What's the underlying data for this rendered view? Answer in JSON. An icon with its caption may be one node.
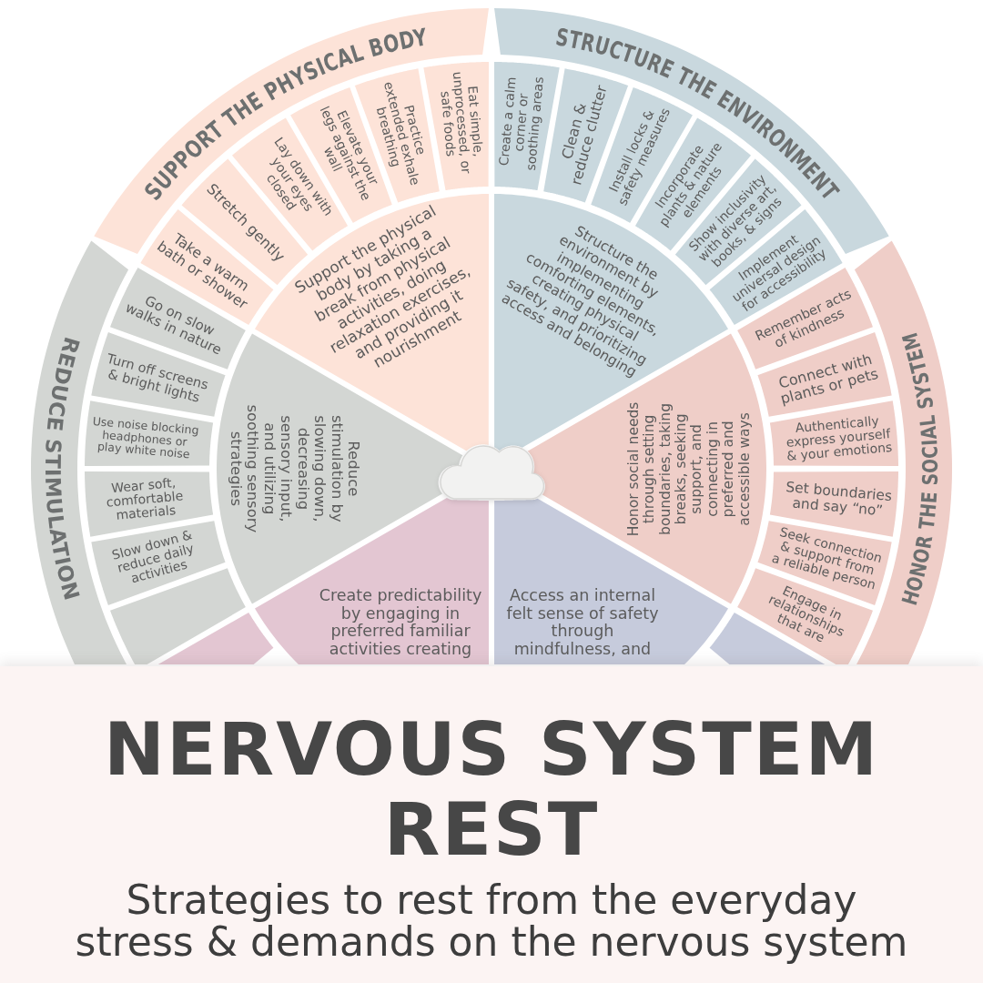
{
  "diagram": {
    "title": "NERVOUS SYSTEM REST",
    "caption": "Strategies to rest from the everyday stress & demands on the nervous system",
    "nodes": [
      {
        "text": [
          "SUPPORT THE PHYSICAL BODY"
        ]
      },
      {
        "text": [
          "STRUCTURE THE ENVIRONMENT"
        ]
      },
      {
        "text": [
          "REDUCE STIMULATION"
        ]
      },
      {
        "text": [
          "HONOR THE SOCIAL SYSTEM"
        ]
      },
      {
        "text": [
          "Take a warm bath or shower"
        ]
      },
      {
        "text": [
          "Stretch gently"
        ]
      },
      {
        "text": [
          "Lay down with your eyes closed"
        ]
      },
      {
        "text": [
          "Elevate your legs against the wall"
        ]
      },
      {
        "text": [
          "Practice extended exhale breathing"
        ]
      },
      {
        "text": [
          "Eat simple, unprocessed, or safe foods"
        ]
      },
      {
        "text": [
          "Create a calm corner or soothing areas"
        ]
      },
      {
        "text": [
          "Clean & reduce clutter"
        ]
      },
      {
        "text": [
          "Install locks & safety measures"
        ]
      },
      {
        "text": [
          "Incorporate plants & nature elements"
        ]
      },
      {
        "text": [
          "Show inclusivity with diverse art, books, & signs"
        ]
      },
      {
        "text": [
          "Implement universal design for accessibility"
        ]
      },
      {
        "text": [
          "Go on slow walks in nature"
        ]
      },
      {
        "text": [
          "Turn off screens & bright lights"
        ]
      },
      {
        "text": [
          "Use noise blocking headphones or play white noise"
        ]
      },
      {
        "text": [
          "Wear soft, comfortable materials"
        ]
      },
      {
        "text": [
          "Slow down & reduce daily activities"
        ]
      },
      {
        "text": [],
        "shape": "box"
      },
      {
        "text": [],
        "shape": "box"
      },
      {
        "text": [
          "Remember acts of kindness"
        ]
      },
      {
        "text": [
          "Connect with plants or pets"
        ]
      },
      {
        "text": [
          "Authentically express yourself & your emotions"
        ]
      },
      {
        "text": [
          "Set boundaries and say “no”"
        ]
      },
      {
        "text": [
          "Seek connection & support from a reliable person"
        ]
      },
      {
        "text": [
          "Engage in relationships that are"
        ]
      },
      {
        "text": [],
        "shape": "box"
      },
      {
        "text": [
          "Support the physical body by taking a break from physical activities, doing relaxation exercises, and providing it nourishment"
        ]
      },
      {
        "text": [
          "Structure the environment by implementing comforting elements, creating physical safety, and prioritizing access and belonging"
        ]
      },
      {
        "text": [
          "Reduce stimulation by slowing down, decreasing sensory input, and utilizing soothing sensory strategies"
        ]
      },
      {
        "text": [
          "Honor social needs through setting boundaries, taking breaks, seeking support, and connecting in preferred and accessible ways"
        ]
      },
      {
        "text": [
          "Create predictability by engaging in preferred familiar activities creating"
        ]
      },
      {
        "text": [
          "Access an internal felt sense of safety through mindfulness, and"
        ]
      }
    ]
  }
}
